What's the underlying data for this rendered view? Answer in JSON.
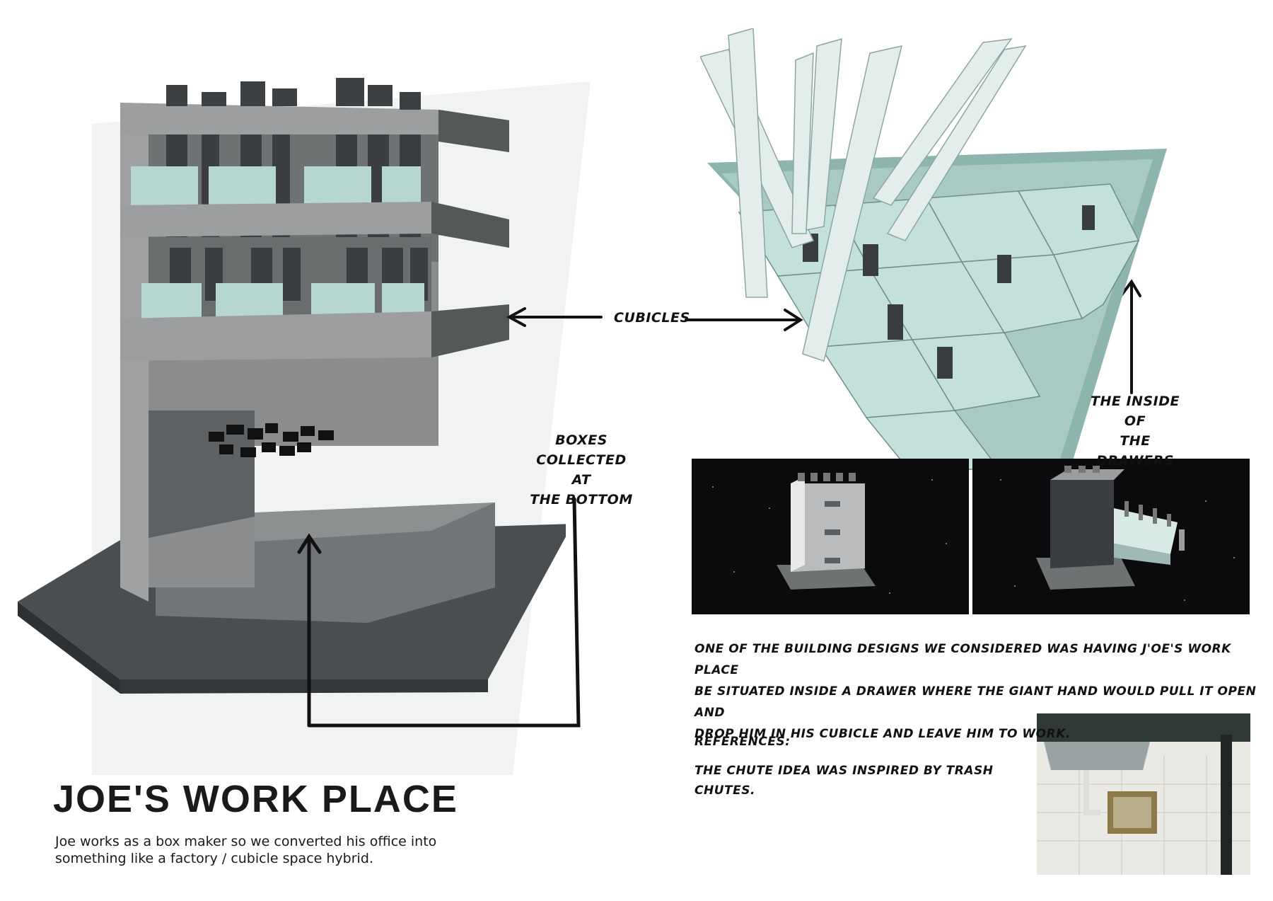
{
  "title": "JOE'S WORK PLACE",
  "caption": "Joe works as a box maker so we converted his office into something like a factory / cubicle space hybrid.",
  "annotations": {
    "cubicles": "CUBICLES",
    "boxes": [
      "BOXES",
      "COLLECTED AT",
      "THE BOTTOM"
    ],
    "drawers": [
      "THE INSIDE OF",
      "THE DRAWERS"
    ]
  },
  "description": [
    "ONE OF THE BUILDING DESIGNS WE CONSIDERED WAS HAVING J'OE'S WORK PLACE",
    "BE SITUATED INSIDE A DRAWER WHERE THE GIANT HAND WOULD PULL IT OPEN AND",
    "DROP HIM IN HIS CUBICLE AND LEAVE HIM TO WORK."
  ],
  "references": {
    "heading": "REFERENCES:",
    "text": [
      "THE CHUTE IDEA WAS INSPIRED BY TRASH",
      "CHUTES."
    ]
  },
  "colors": {
    "model_grey": "#8c8e8f",
    "model_dark": "#3f4244",
    "cubicle_mint": "#b9d9d4",
    "drawer_teal": "#a9cac4",
    "space_black": "#0b0b0e"
  }
}
